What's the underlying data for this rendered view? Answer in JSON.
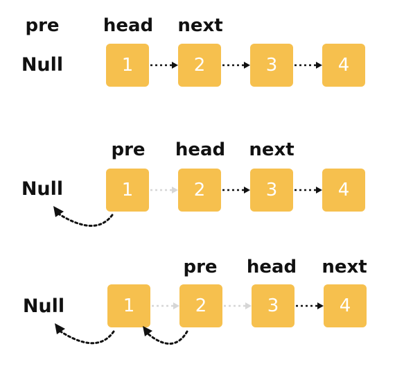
{
  "colors": {
    "node_fill": "#f6c04e",
    "node_text": "#ffffff",
    "label_text": "#111111",
    "active_arrow": "#111111",
    "inactive_arrow": "#d6d6d6"
  },
  "rows": [
    {
      "null_label": "Null",
      "pointer_labels": [
        "pre",
        "head",
        "next"
      ],
      "nodes": [
        "1",
        "2",
        "3",
        "4"
      ],
      "links": [
        "active",
        "active",
        "active"
      ],
      "reversed_links": 0
    },
    {
      "null_label": "Null",
      "pointer_labels": [
        "pre",
        "head",
        "next"
      ],
      "nodes": [
        "1",
        "2",
        "3",
        "4"
      ],
      "links": [
        "inactive",
        "active",
        "active"
      ],
      "reversed_links": 1
    },
    {
      "null_label": "Null",
      "pointer_labels": [
        "pre",
        "head",
        "next"
      ],
      "nodes": [
        "1",
        "2",
        "3",
        "4"
      ],
      "links": [
        "inactive",
        "inactive",
        "active"
      ],
      "reversed_links": 2
    }
  ]
}
